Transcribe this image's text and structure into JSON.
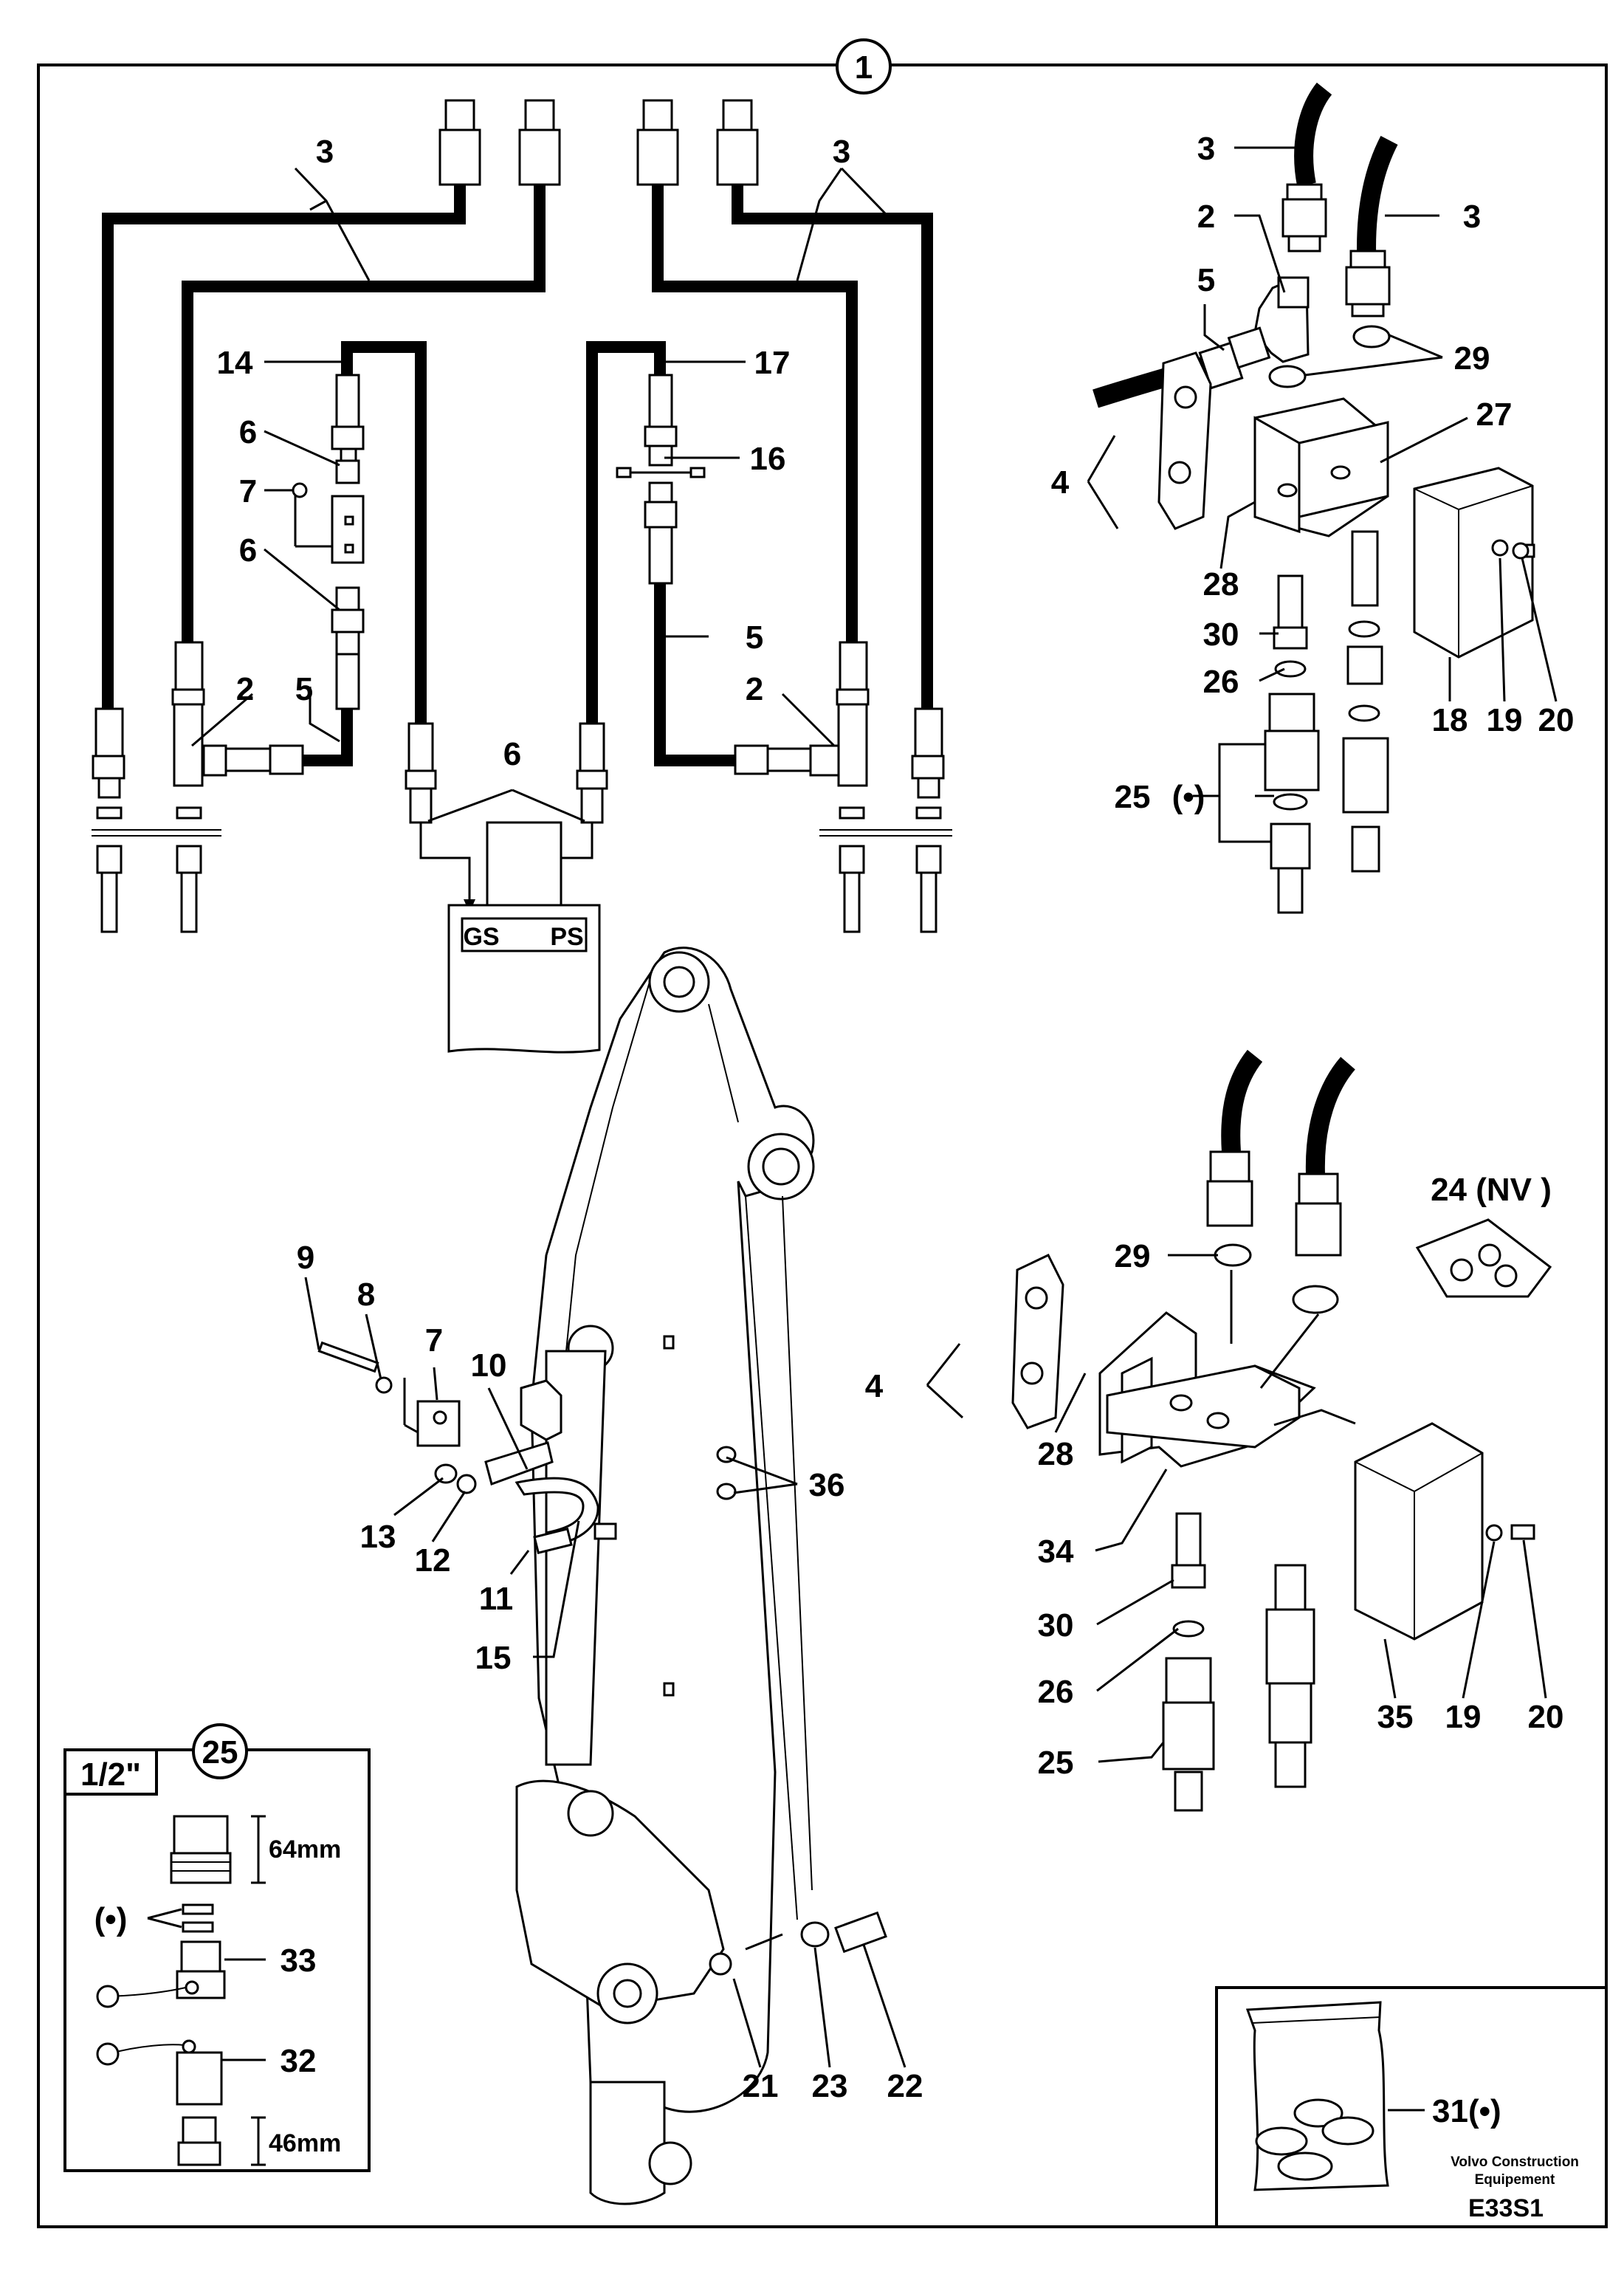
{
  "sheet": {
    "number": "1",
    "code": "E33S1",
    "brand_line1": "Volvo Construction",
    "brand_line2": "Equipement"
  },
  "schematic": {
    "labels": {
      "hose_tl": "3",
      "hose_tr": "3",
      "l14": "14",
      "l17": "17",
      "l6a": "6",
      "l7": "7",
      "l6b": "6",
      "l16": "16",
      "l5a": "5",
      "l5b": "5",
      "l2a": "2",
      "l2b": "2",
      "l6c": "6",
      "gs": "GS",
      "ps": "PS"
    }
  },
  "top_right": {
    "labels": {
      "l3a": "3",
      "l3b": "3",
      "l2": "2",
      "l5": "5",
      "l29": "29",
      "l27": "27",
      "l4": "4",
      "l28": "28",
      "l30": "30",
      "l26": "26",
      "l25": "25",
      "dot": "(•)",
      "l18": "18",
      "l19": "19",
      "l20": "20"
    }
  },
  "mid_right": {
    "labels": {
      "l24": "24 (NV )",
      "l29": "29",
      "l4": "4",
      "l28": "28",
      "l34": "34",
      "l30": "30",
      "l26": "26",
      "l25": "25",
      "l35": "35",
      "l19": "19",
      "l20": "20"
    }
  },
  "mid_left": {
    "labels": {
      "l9": "9",
      "l8": "8",
      "l7": "7",
      "l10": "10",
      "l13": "13",
      "l12": "12",
      "l11": "11",
      "l15": "15",
      "l36": "36",
      "l21": "21",
      "l23": "23",
      "l22": "22"
    }
  },
  "inset_25": {
    "callout": "25",
    "size": "1/2\"",
    "dim_top": "64mm",
    "dim_bottom": "46mm",
    "dot": "(•)",
    "l33": "33",
    "l32": "32"
  },
  "kit": {
    "label": "31(•)"
  }
}
